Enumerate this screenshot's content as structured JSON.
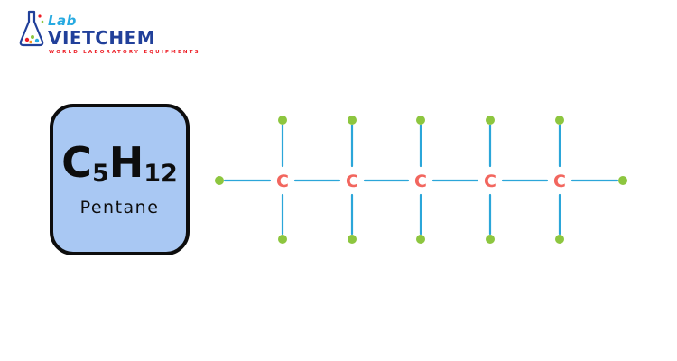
{
  "logo": {
    "lab": "Lab",
    "name": "VIETCHEM",
    "tagline": "WORLD LABORATORY EQUIPMENTS",
    "colors": {
      "navy": "#21409a",
      "cyan": "#27aae1",
      "red": "#ed1c24"
    }
  },
  "card": {
    "formula": {
      "c": "C",
      "c_sub": "5",
      "h": "H",
      "h_sub": "12"
    },
    "name": "Pentane",
    "bg_color": "#a9c8f3",
    "border_color": "#0d0d0d"
  },
  "structure": {
    "carbon_label": "C",
    "carbon_count": 5,
    "hydrogen_dot_count": 12,
    "carbon_color": "#f2665e",
    "bond_color": "#2ba6d9",
    "hydrogen_dot_color": "#8dc63f"
  }
}
